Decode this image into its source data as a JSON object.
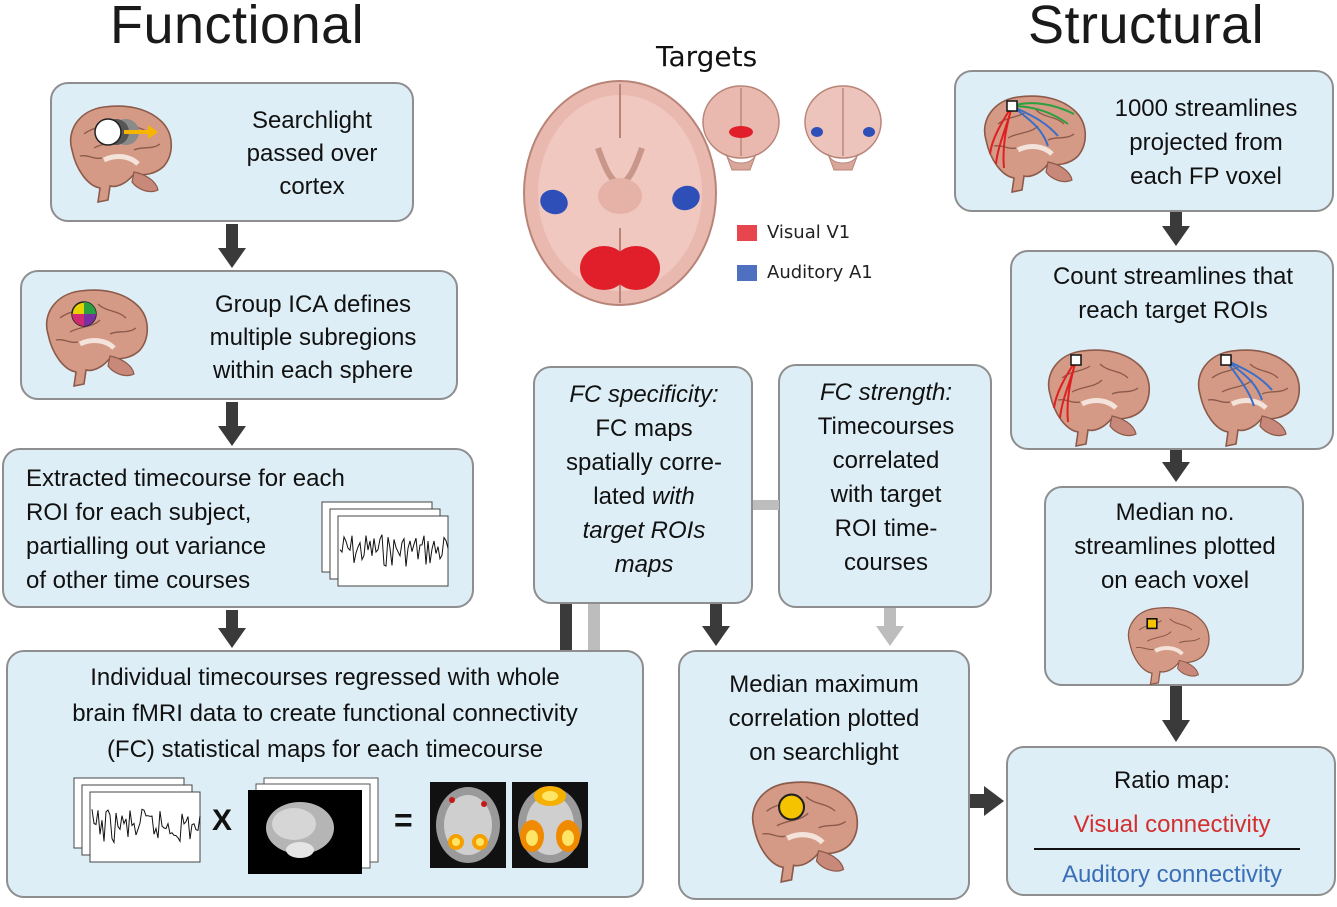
{
  "headings": {
    "functional": "Functional",
    "structural": "Structural"
  },
  "targets": {
    "title": "Targets",
    "legend": [
      {
        "label": "Visual V1",
        "color": "#e8464f"
      },
      {
        "label": "Auditory A1",
        "color": "#4f6fc0"
      }
    ]
  },
  "functional": {
    "searchlight": {
      "lines": [
        "Searchlight",
        "passed over",
        "cortex"
      ]
    },
    "group_ica": {
      "lines": [
        "Group ICA defines",
        "multiple subregions",
        "within each sphere"
      ]
    },
    "extracted": {
      "lines": [
        "Extracted timecourse for each",
        "ROI for each subject,",
        "partialling out variance",
        "of other time courses"
      ]
    },
    "regressed": {
      "lines": [
        "Individual timecourses regressed with whole",
        "brain fMRI data to create functional connectivity",
        "(FC) statistical maps for each timecourse"
      ],
      "operator_x": "X",
      "operator_eq": "="
    }
  },
  "fc": {
    "specificity": {
      "title": "FC specificity:",
      "lines": [
        "FC maps",
        "spatially corre-",
        "lated"
      ],
      "italic_tail": [
        "with",
        "target ROIs",
        "maps"
      ]
    },
    "strength": {
      "title": "FC strength:",
      "lines": [
        "Timecourses",
        "correlated",
        "with target",
        "ROI time-",
        "courses"
      ]
    },
    "median_max": {
      "lines": [
        "Median maximum",
        "correlation plotted",
        "on searchlight"
      ]
    }
  },
  "structural": {
    "streamlines": {
      "lines": [
        "1000 streamlines",
        "projected from",
        "each FP voxel"
      ]
    },
    "count": {
      "lines": [
        "Count streamlines that",
        "reach target ROIs"
      ]
    },
    "median_no": {
      "lines": [
        "Median no.",
        "streamlines plotted",
        "on each voxel"
      ]
    },
    "ratio": {
      "title": "Ratio map:",
      "numerator": "Visual connectivity",
      "denominator": "Auditory connectivity",
      "numerator_color": "#d32f2f",
      "denominator_color": "#3a6fb8"
    }
  },
  "colors": {
    "box_fill": "#deeef6",
    "box_border": "#8e8e8e",
    "arrow_dark": "#3a3a3a",
    "arrow_light": "#bdbdbd",
    "brain": "#d49a86",
    "searchlight_yellow": "#f5c300"
  }
}
